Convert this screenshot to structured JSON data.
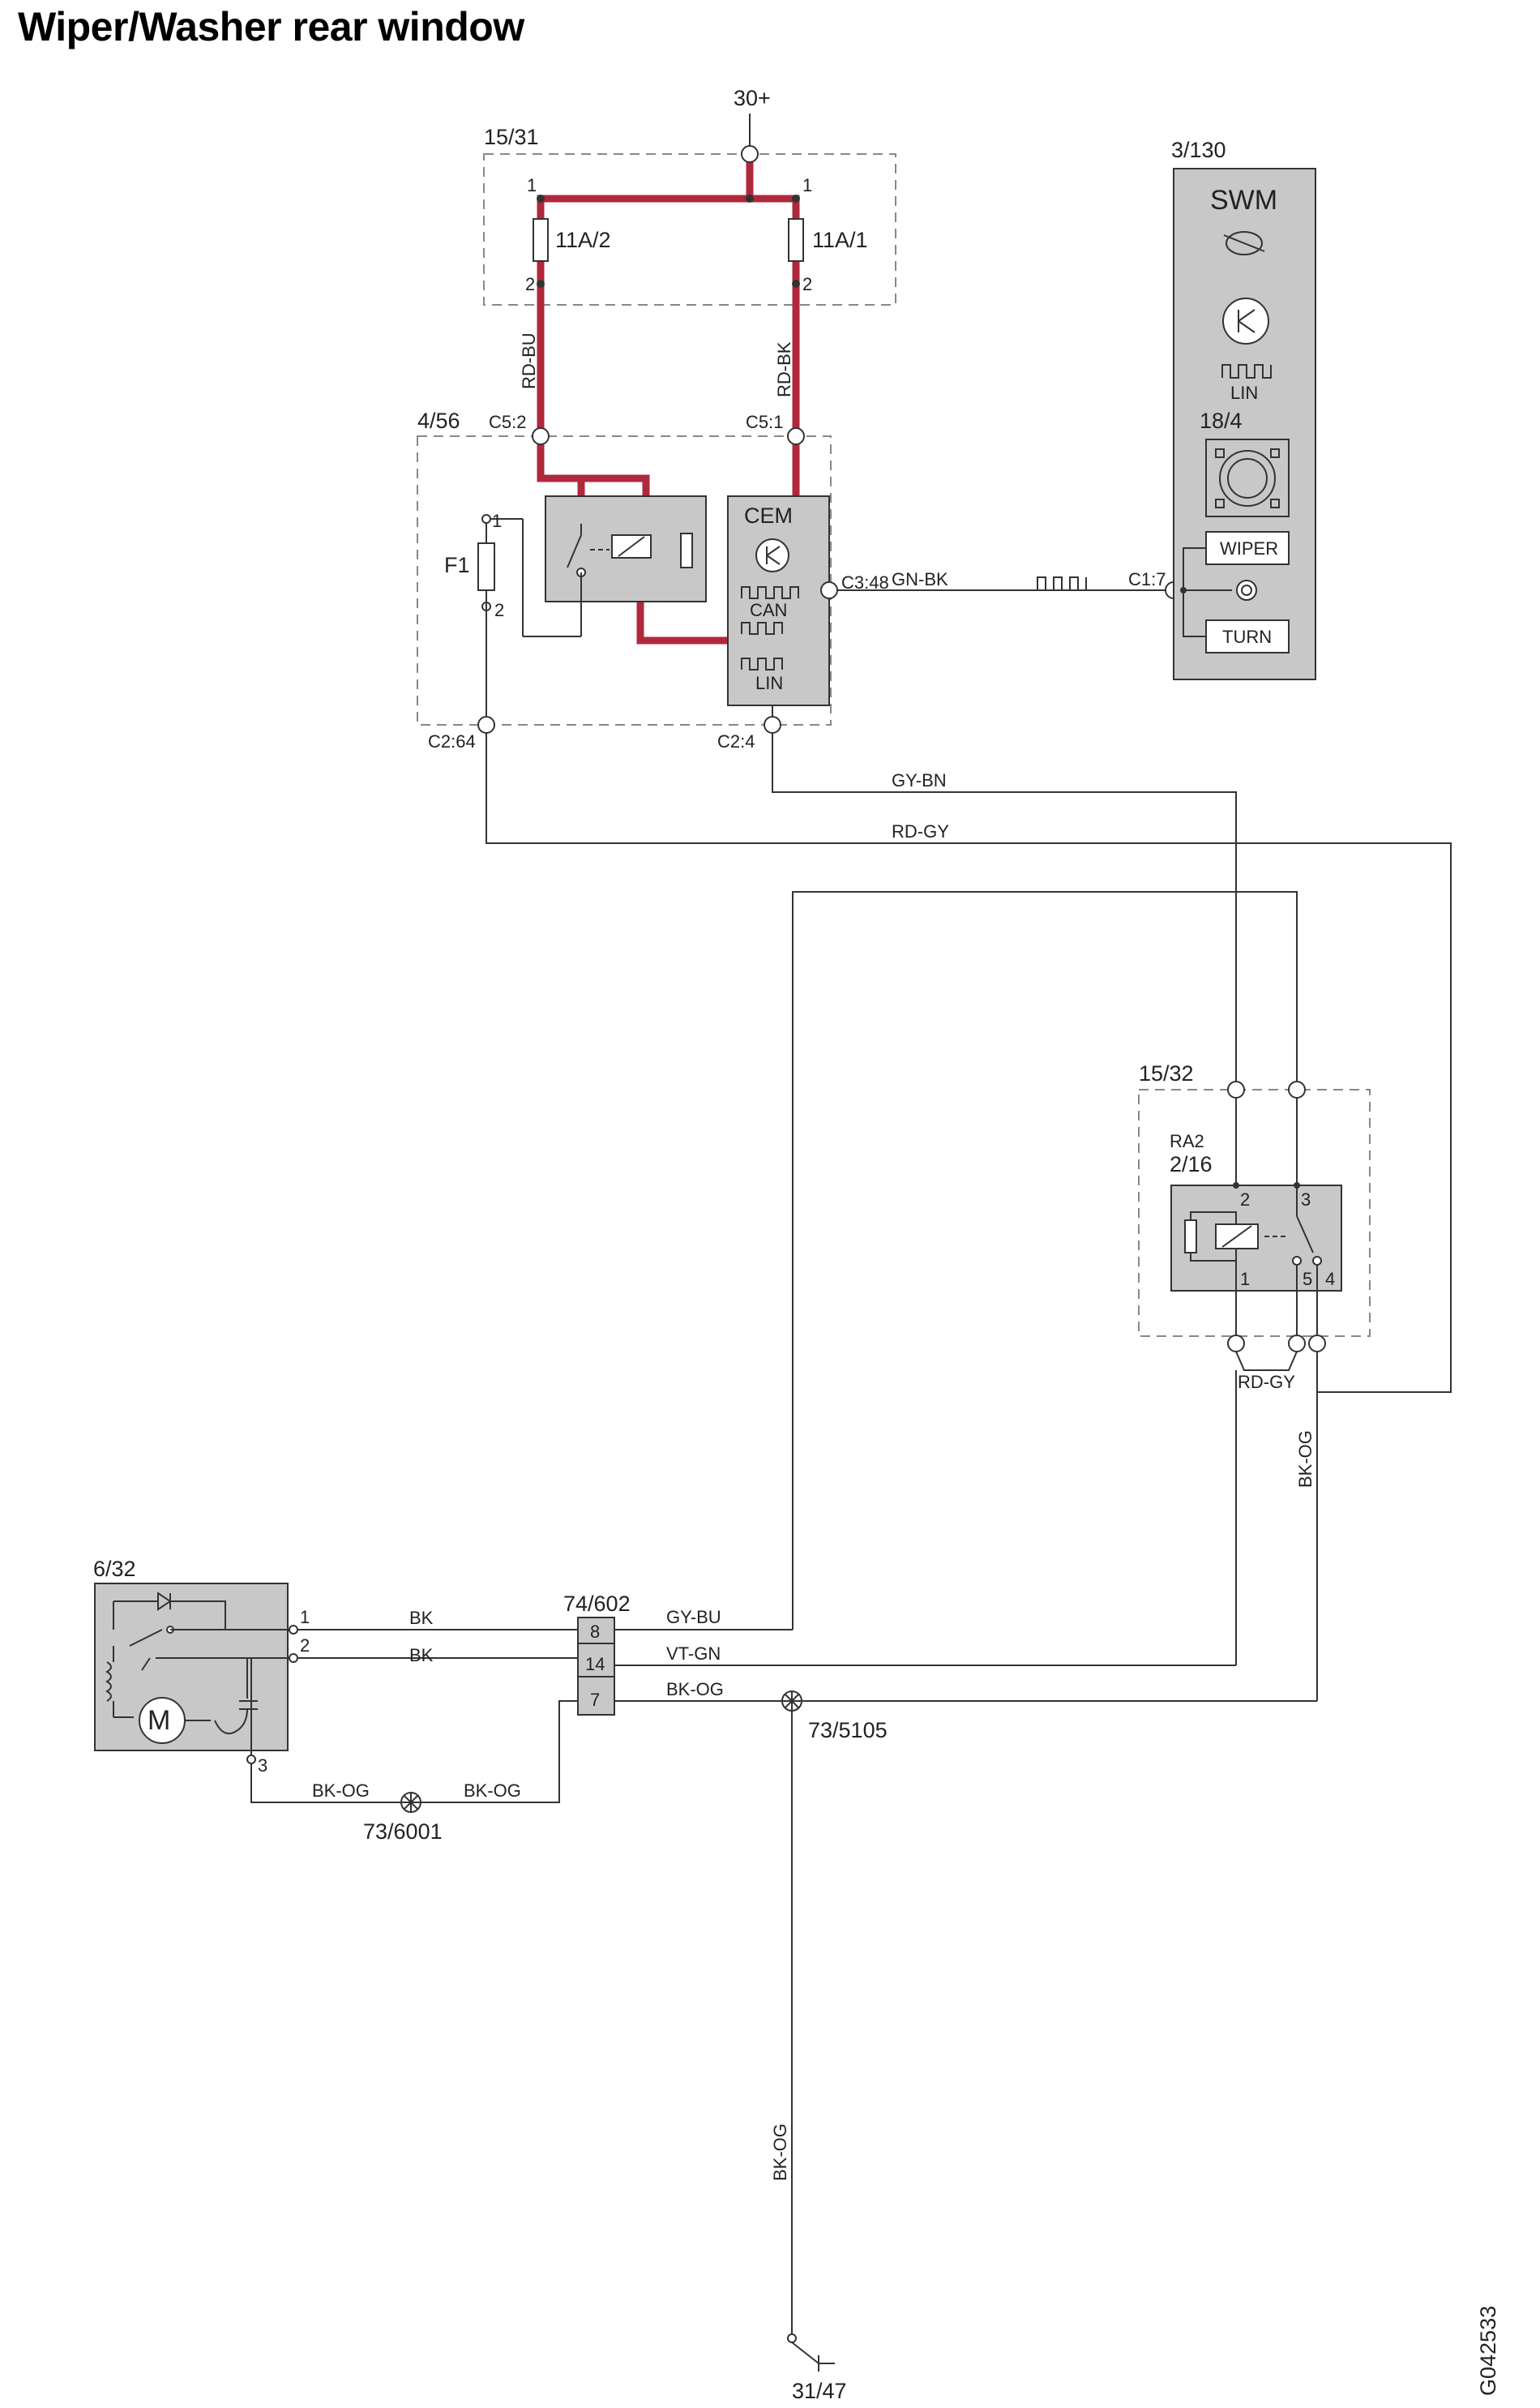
{
  "title": "Wiper/Washer rear window",
  "drawing_number": "G042533",
  "components": {
    "supply": "30+",
    "fuse_box": "15/31",
    "fuse_a": "11A/2",
    "fuse_b": "11A/1",
    "cem_box": "4/56",
    "cem": "CEM",
    "f1": "F1",
    "swm_box": "3/130",
    "swm": "SWM",
    "swm_sub": "18/4",
    "wiper": "WIPER",
    "turn": "TURN",
    "relay_box": "15/32",
    "relay_ra": "RA2",
    "relay_id": "2/16",
    "motor": "6/32",
    "connector": "74/602",
    "splice1": "73/6001",
    "splice2": "73/5105",
    "ground": "31/47",
    "can": "CAN",
    "lin": "LIN"
  },
  "pins": {
    "p1": "1",
    "p2": "2",
    "p3": "3",
    "p4": "4",
    "p5": "5",
    "p8": "8",
    "p14": "14",
    "p7": "7",
    "c52": "C5:2",
    "c51": "C5:1",
    "c348": "C3:48",
    "c17": "C1:7",
    "c264": "C2:64",
    "c24": "C2:4"
  },
  "wires": {
    "rd_bu": "RD-BU",
    "rd_bk": "RD-BK",
    "gn_bk": "GN-BK",
    "gy_bn": "GY-BN",
    "rd_gy": "RD-GY",
    "bk_og": "BK-OG",
    "bk": "BK",
    "gy_bu": "GY-BU",
    "vt_gn": "VT-GN"
  },
  "colors": {
    "power_wire": "#b0283c",
    "component_fill": "#c8c8c8"
  }
}
